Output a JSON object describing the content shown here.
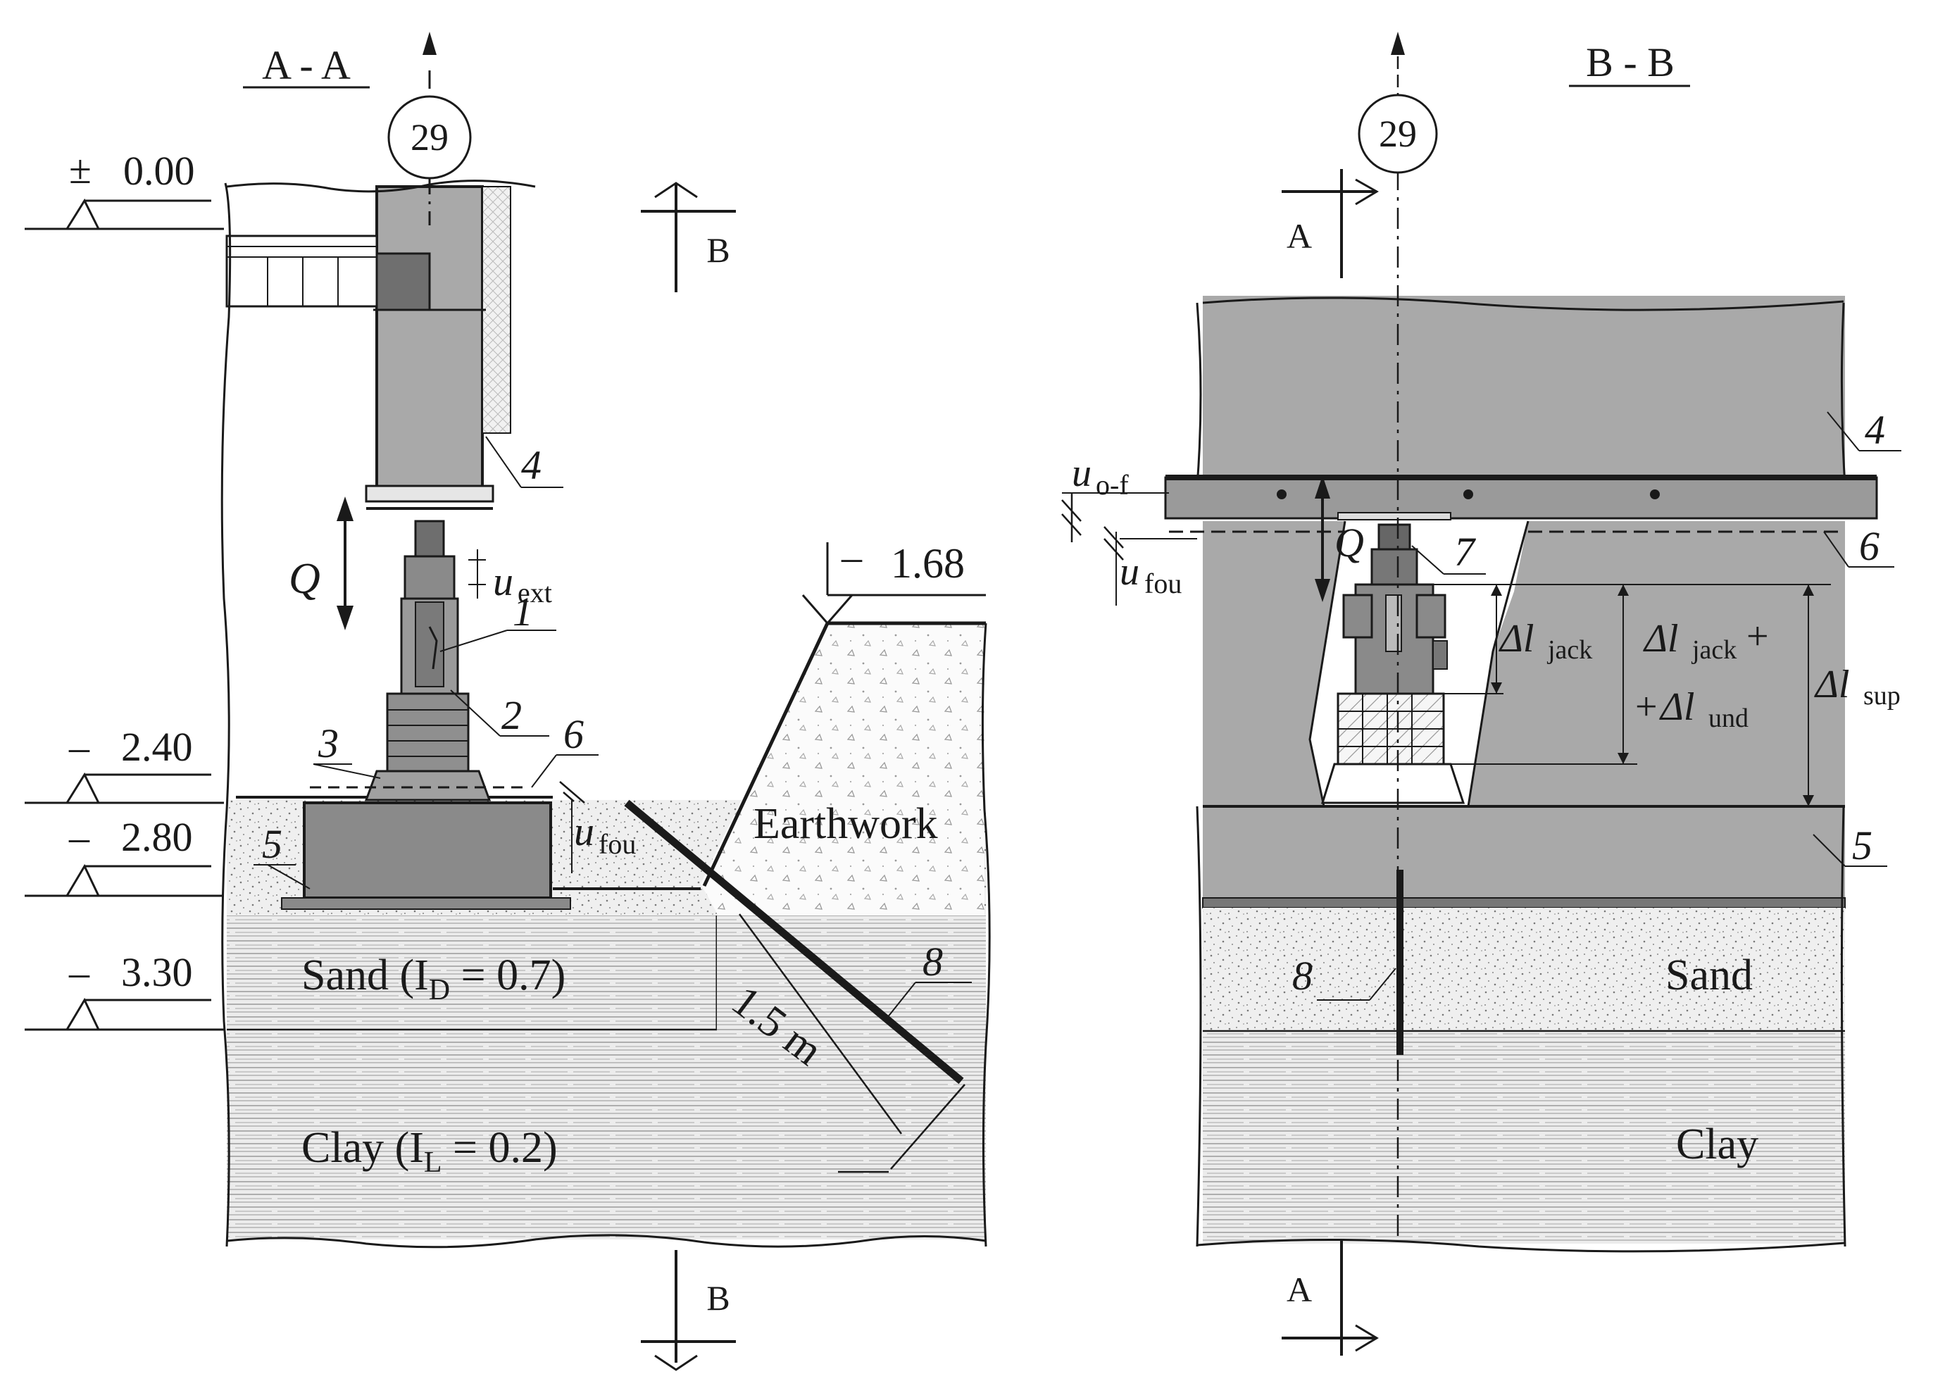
{
  "section_aa": {
    "title": "A - A",
    "axis_label": "29",
    "section_marker": "B",
    "levels": [
      "±",
      "0.00",
      "–",
      "2.40",
      "–",
      "2.80",
      "–",
      "3.30",
      "–",
      "1.68"
    ],
    "load": "Q",
    "u_ext_main": "u",
    "u_ext_sub": "ext",
    "u_fou_main": "u",
    "u_fou_sub": "fou",
    "callouts": [
      "1",
      "2",
      "3",
      "4",
      "5",
      "6",
      "8"
    ],
    "earthwork": "Earthwork",
    "sand_label": "Sand (I",
    "sand_sub": "D",
    "sand_value": " = 0.7)",
    "clay_label": "Clay (I",
    "clay_sub": "L",
    "clay_value": " = 0.2)",
    "dimension": "1.5 m"
  },
  "section_bb": {
    "title": "B - B",
    "axis_label": "29",
    "section_marker": "A",
    "load": "Q",
    "u_of_main": "u",
    "u_of_sub": "o-f",
    "u_fou_main": "u",
    "u_fou_sub": "fou",
    "callouts": [
      "4",
      "5",
      "6",
      "7",
      "8"
    ],
    "dl_main": "Δl",
    "dl_jack_sub": "jack",
    "plus": "+",
    "dl_und_sub": "und",
    "dl_sup_sub": "sup",
    "sand": "Sand",
    "clay": "Clay"
  },
  "colors": {
    "ink": "#1a1a1a",
    "concrete": "#a9a9a9",
    "dark_concrete": "#7d7d7d",
    "soil_sand": "#ececec",
    "soil_clay": "#e6e6e6",
    "background": "#ffffff"
  }
}
